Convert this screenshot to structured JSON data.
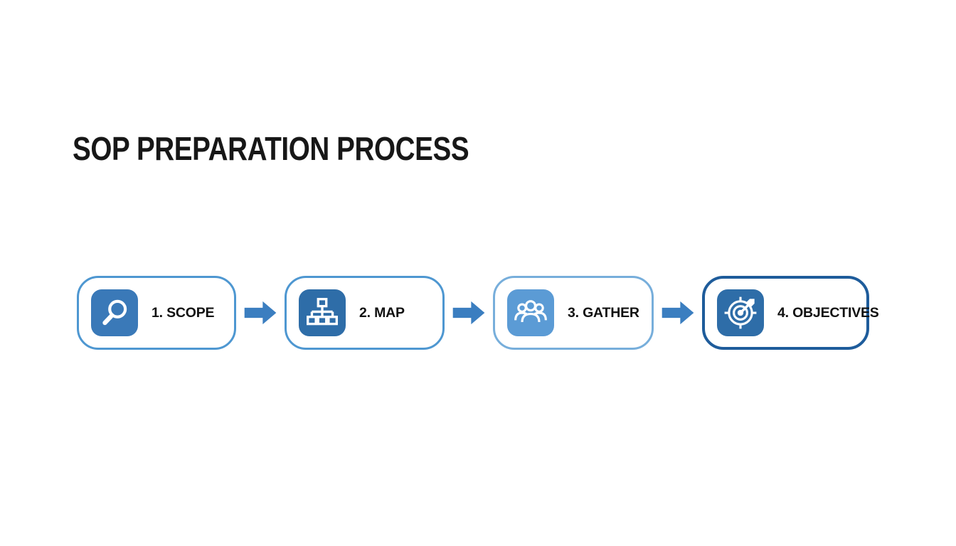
{
  "title": "SOP PREPARATION PROCESS",
  "colors": {
    "background": "#FFFFFF",
    "title_text": "#171717",
    "label_text": "#111111",
    "arrow": "#3B7EC0",
    "border_light": "#4E97D1",
    "border_lighter": "#77AEDB",
    "border_dark": "#1E5C9B"
  },
  "steps": [
    {
      "label": "1. SCOPE",
      "icon": "magnifier-icon",
      "tile_color": "#3A79B8",
      "border_color": "#4E97D1"
    },
    {
      "label": "2. MAP",
      "icon": "org-chart-icon",
      "tile_color": "#2E6DA8",
      "border_color": "#4E97D1"
    },
    {
      "label": "3. GATHER",
      "icon": "people-icon",
      "tile_color": "#5B9BD5",
      "border_color": "#77AEDB"
    },
    {
      "label": "4. OBJECTIVES",
      "icon": "target-arrow-icon",
      "tile_color": "#2E6DA8",
      "border_color": "#1E5C9B"
    }
  ]
}
